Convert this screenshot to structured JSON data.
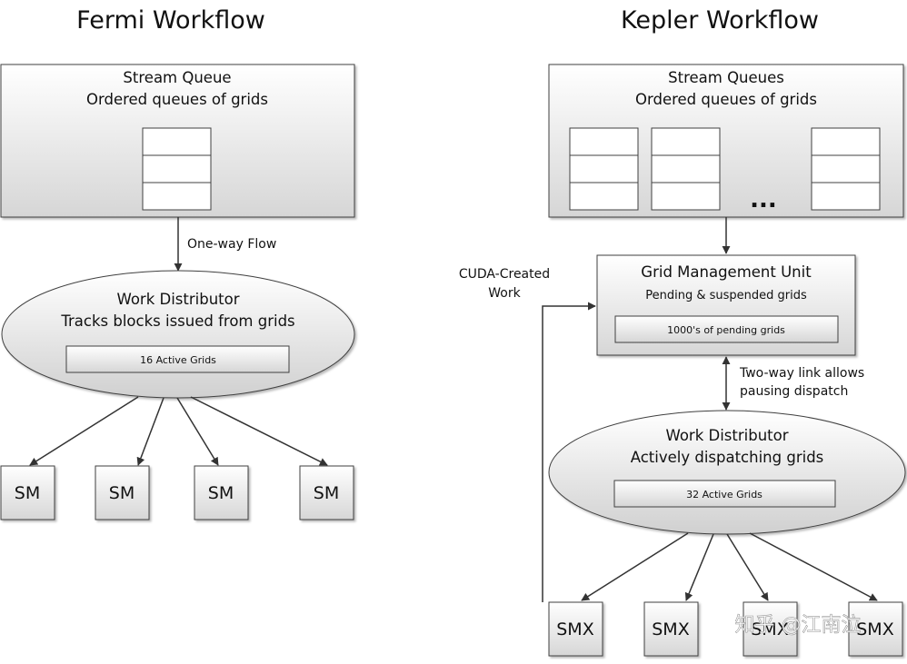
{
  "fermi": {
    "title": "Fermi Workflow",
    "queue_title": "Stream Queue",
    "queue_subtitle": "Ordered queues of grids",
    "flow_label": "One-way Flow",
    "distributor_title": "Work Distributor",
    "distributor_subtitle": "Tracks blocks issued from grids",
    "active_grids": "16 Active Grids",
    "units": [
      "SM",
      "SM",
      "SM",
      "SM"
    ]
  },
  "kepler": {
    "title": "Kepler Workflow",
    "queue_title": "Stream Queues",
    "queue_subtitle": "Ordered queues of grids",
    "ellipsis": "...",
    "cuda_label_line1": "CUDA-Created",
    "cuda_label_line2": "Work",
    "gmu_title": "Grid Management Unit",
    "gmu_subtitle": "Pending & suspended grids",
    "pending_grids": "1000's of pending grids",
    "link_label_line1": "Two-way link allows",
    "link_label_line2": "pausing dispatch",
    "distributor_title": "Work Distributor",
    "distributor_subtitle": "Actively dispatching grids",
    "active_grids": "32 Active Grids",
    "units": [
      "SMX",
      "SMX",
      "SMX",
      "SMX"
    ]
  },
  "watermark": "知乎 @江南泣",
  "colors": {
    "box_fill_top": "#ffffff",
    "box_fill_bottom": "#d9d9d9",
    "stroke": "#404040"
  }
}
